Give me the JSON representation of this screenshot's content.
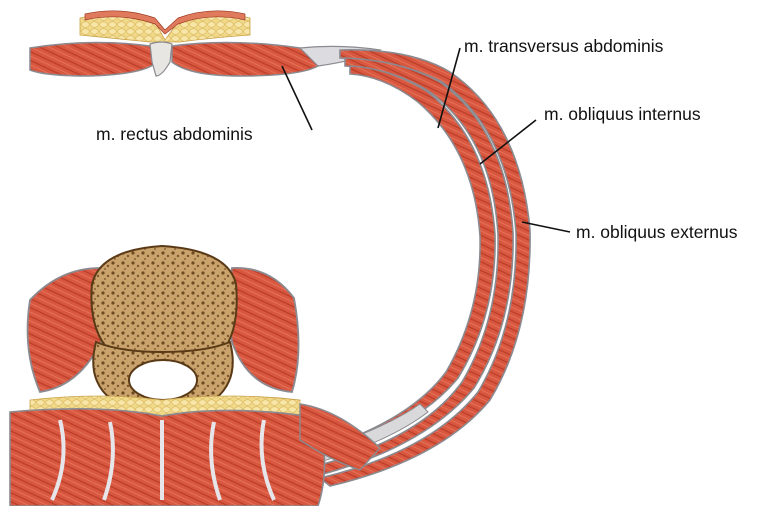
{
  "labels": {
    "rectus": "m. rectus abdominis",
    "transversus": "m. transversus abdominis",
    "internus": "m. obliquus internus",
    "externus": "m. obliquus externus"
  },
  "colors": {
    "muscle": "#d9573f",
    "muscle_dark": "#b23a27",
    "fascia": "#d9d9dc",
    "fascia_outline": "#8a8a90",
    "fat": "#f1d98a",
    "bone": "#b98e58",
    "bone_dark": "#6e4a22",
    "leader_line": "#111111"
  }
}
